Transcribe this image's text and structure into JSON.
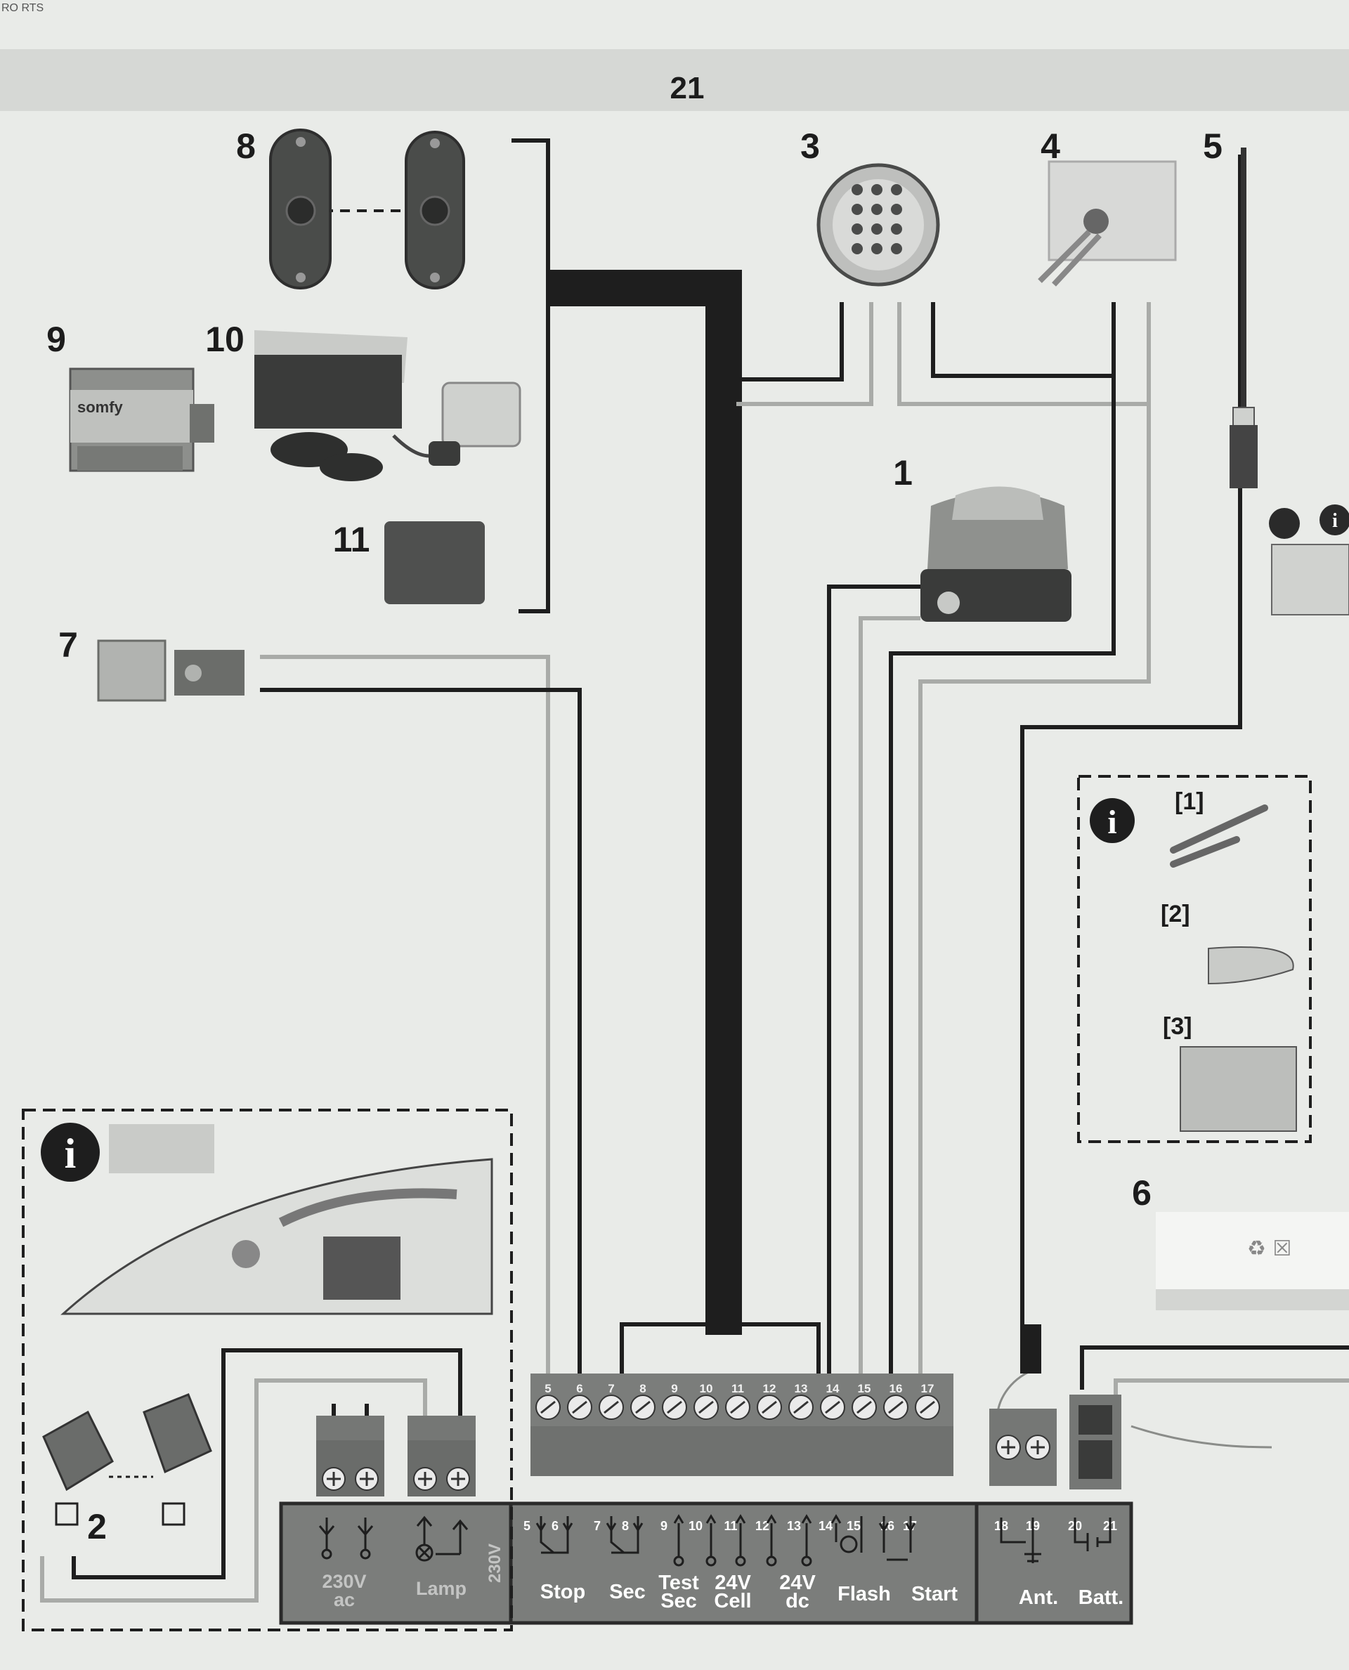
{
  "header": {
    "corner_text": "RO RTS",
    "page_number": "21"
  },
  "components": [
    {
      "id": "1",
      "label": "1"
    },
    {
      "id": "2",
      "label": "2"
    },
    {
      "id": "3",
      "label": "3"
    },
    {
      "id": "4",
      "label": "4"
    },
    {
      "id": "5",
      "label": "5"
    },
    {
      "id": "6",
      "label": "6"
    },
    {
      "id": "7",
      "label": "7"
    },
    {
      "id": "8",
      "label": "8"
    },
    {
      "id": "9",
      "label": "9"
    },
    {
      "id": "10",
      "label": "10"
    },
    {
      "id": "11",
      "label": "11"
    }
  ],
  "motor_brand": "somfy",
  "info_steps": [
    "[1]",
    "[2]",
    "[3]"
  ],
  "top_terminal_numbers": [
    "5",
    "6",
    "7",
    "8",
    "9",
    "10",
    "11",
    "12",
    "13",
    "14",
    "15",
    "16",
    "17"
  ],
  "board_labels": {
    "supply": "230V\nac",
    "lamp": "Lamp",
    "side_230": "230V",
    "stop": "Stop",
    "sec": "Sec",
    "test_sec": "Test\nSec",
    "cell": "24V\nCell",
    "dc": "24V\ndc",
    "flash": "Flash",
    "start": "Start",
    "ant": "Ant.",
    "batt": "Batt."
  },
  "board_terminal_numbers": [
    "5",
    "6",
    "7",
    "8",
    "9",
    "10",
    "11",
    "12",
    "13",
    "14",
    "15",
    "16",
    "17",
    "18",
    "19",
    "20",
    "21"
  ],
  "colors": {
    "background": "#e9ebe8",
    "wire_black": "#1e1e1e",
    "wire_grey": "#a9aba8",
    "board": "#7b7d7b",
    "board_dark": "#555755"
  }
}
